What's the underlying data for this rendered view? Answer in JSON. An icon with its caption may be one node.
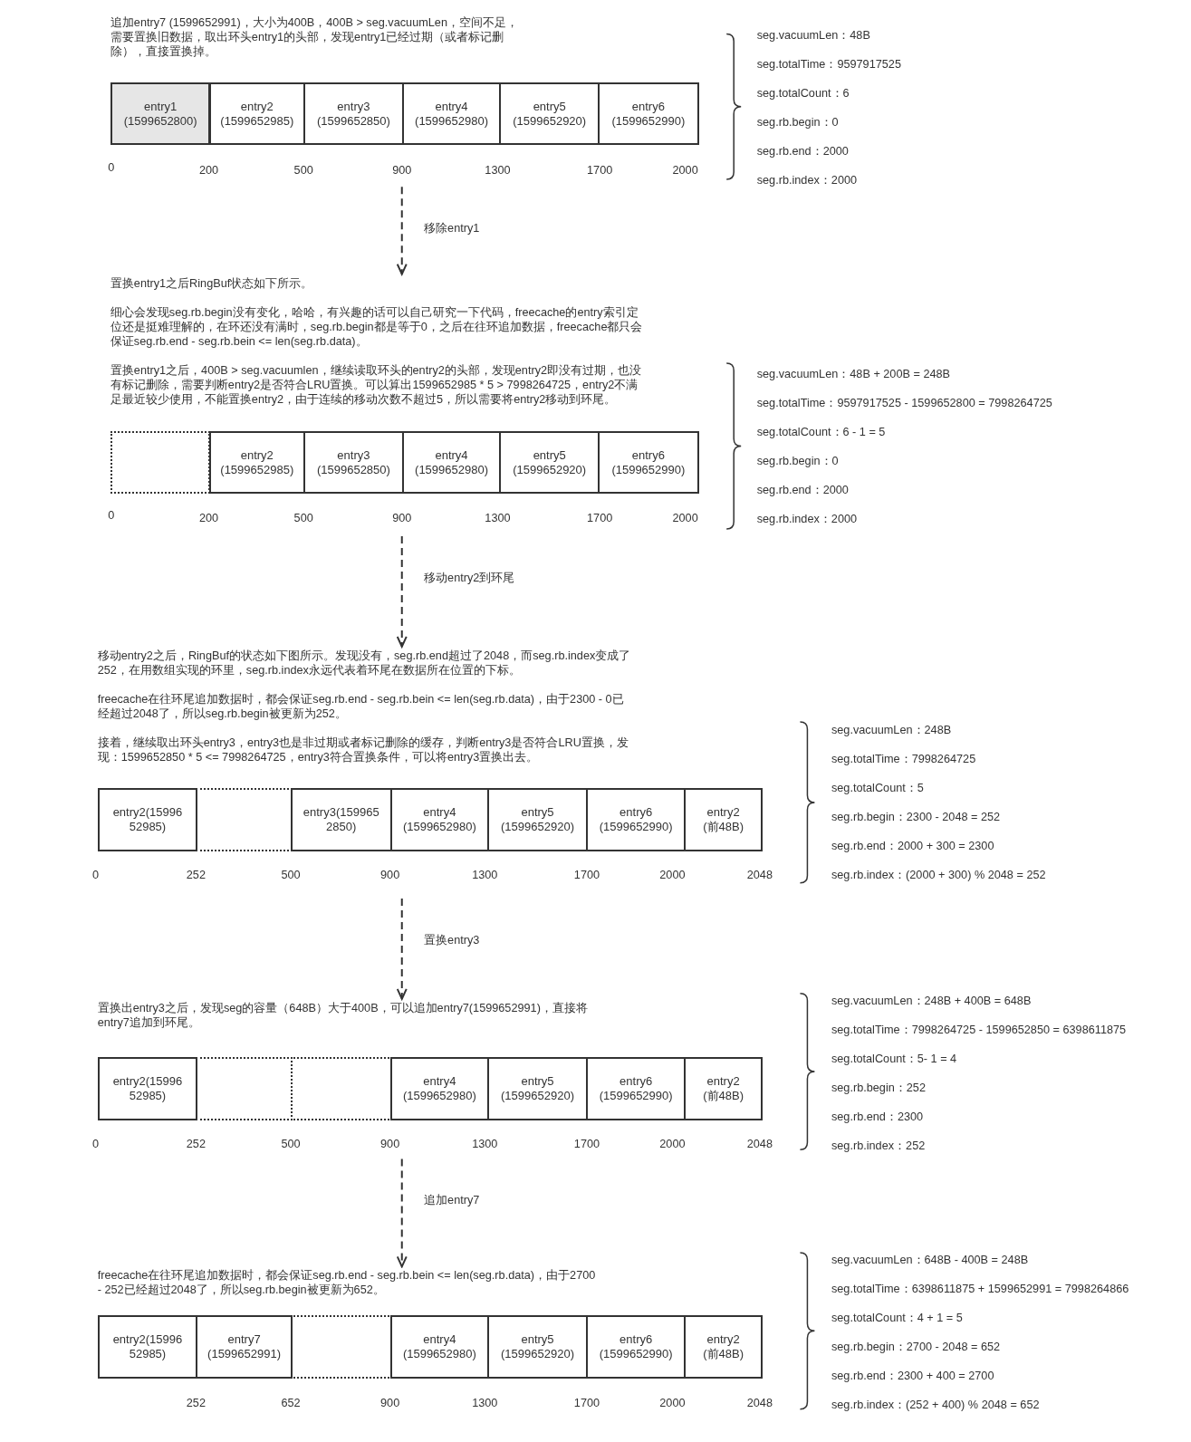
{
  "diagram": {
    "nodes": [
      {
        "text": [
          "entry1 (1599652800)"
        ]
      },
      {
        "text": [
          "entry2 (1599652985)"
        ]
      },
      {
        "text": [
          "entry3 (1599652850)"
        ]
      },
      {
        "text": [
          "entry4 (1599652980)"
        ]
      },
      {
        "text": [
          "entry5 (1599652920)"
        ]
      },
      {
        "text": [
          "entry6 (1599652990)"
        ]
      },
      {
        "text": [
          "置换entry1之后RingBuf状态如下所示。",
          "细心会发现seg.rb.begin没有变化，哈哈，有兴趣的话可以自己研究一下代码，freecache的entry索引定位还是挺难理解的，在环还没有满时，seg.rb.begin都是等于0，之后在往环追加数据，freecache都只会保证seg.rb.end - seg.rb.bein <= len(seg.rb.data)。",
          "置换entry1之后，400B > seg.vacuumlen，继续读取环头的entry2的头部，发现entry2即没有过期，也没有标记删除，需要判断entry2是否符合LRU置换。可以算出1599652985 * 5 > 7998264725，entry2不满足最近较少使用，不能置换entry2，由于连续的移动次数不超过5，所以需要将entry2移动到环尾。"
        ]
      },
      {
        "text": [],
        "shape": "box"
      },
      {
        "text": [
          "entry2 (1599652985)"
        ]
      },
      {
        "text": [
          "entry3 (1599652850)"
        ]
      },
      {
        "text": [
          "entry4 (1599652980)"
        ]
      },
      {
        "text": [
          "entry5 (1599652920)"
        ]
      },
      {
        "text": [
          "entry6 (1599652990)"
        ]
      },
      {
        "text": [
          "移动entry2之后，RingBuf的状态如下图所示。发现没有，seg.rb.end超过了2048，而seg.rb.index变成了252，在用数组实现的环里，seg.rb.index永远代表着环尾在数据所在位置的下标。",
          "freecache在往环尾追加数据时，都会保证seg.rb.end - seg.rb.bein <= len(seg.rb.data)，由于2300 - 0已经超过2048了，所以seg.rb.begin被更新为252。",
          "接着，继续取出环头entry3，entry3也是非过期或者标记删除的缓存，判断entry3是否符合LRU置换，发现：1599652850 * 5 <= 7998264725，entry3符合置换条件，可以将entry3置换出去。"
        ]
      },
      {
        "text": [
          "entry2(15996 52985)"
        ]
      },
      {
        "text": [],
        "shape": "box"
      },
      {
        "text": [
          "entry3(159965 2850)"
        ]
      },
      {
        "text": [
          "entry4 (1599652980)"
        ]
      },
      {
        "text": [
          "entry5 (1599652920)"
        ]
      },
      {
        "text": [
          "entry6 (1599652990)"
        ]
      },
      {
        "text": [
          "entry2 (前48B)"
        ]
      },
      {
        "text": [
          "置换出entry3之后，发现seg的容量（648B）大于400B，可以追加entry7(1599652991)，直接将entry7追加到环尾。"
        ]
      },
      {
        "text": [
          "entry2(15996 52985)"
        ]
      },
      {
        "text": [],
        "shape": "box"
      },
      {
        "text": [],
        "shape": "box"
      },
      {
        "text": [
          "entry4 (1599652980)"
        ]
      },
      {
        "text": [
          "entry5 (1599652920)"
        ]
      },
      {
        "text": [
          "entry6 (1599652990)"
        ]
      },
      {
        "text": [
          "entry2 (前48B)"
        ]
      },
      {
        "text": [
          "freecache在往环尾追加数据时，都会保证seg.rb.end - seg.rb.bein <= len(seg.rb.data)，由于2700 - 252已经超过2048了，所以seg.rb.begin被更新为652。"
        ]
      },
      {
        "text": [
          "entry2(15996 52985)"
        ]
      },
      {
        "text": [
          "entry7 (1599652991)"
        ]
      },
      {
        "text": [],
        "shape": "box"
      },
      {
        "text": [
          "entry4 (1599652980)"
        ]
      },
      {
        "text": [
          "entry5 (1599652920)"
        ]
      },
      {
        "text": [
          "entry6 (1599652990)"
        ]
      },
      {
        "text": [
          "entry2 (前48B)"
        ]
      }
    ],
    "edges": [
      {
        "from": null,
        "to": 6,
        "arrow": "to",
        "label": "移除entry1",
        "style": "dashed"
      },
      {
        "from": null,
        "to": 13,
        "arrow": "to",
        "label": "移动entry2到环尾",
        "style": "dashed"
      },
      {
        "from": null,
        "to": 21,
        "arrow": "to",
        "label": "置换entry3",
        "style": "dashed"
      },
      {
        "from": null,
        "to": 29,
        "arrow": "to",
        "label": "追加entry7",
        "style": "dashed"
      }
    ],
    "labels": [
      "追加entry7 (1599652991)，大小为400B，400B > seg.vacuumLen，空间不足，需要置换旧数据，取出环头entry1的头部，发现entry1已经过期（或者标记删除），直接置换掉。",
      "seg.vacuumLen：48B",
      "seg.totalTime：9597917525",
      "seg.totalCount：6",
      "seg.rb.begin：0",
      "seg.rb.end：2000",
      "seg.rb.index：2000",
      "0",
      "200",
      "500",
      "900",
      "1300",
      "1700",
      "2000",
      "seg.vacuumLen：48B + 200B = 248B",
      "seg.totalTime：9597917525 - 1599652800 = 7998264725",
      "seg.totalCount：6 - 1 = 5",
      "seg.rb.begin：0",
      "seg.rb.end：2000",
      "seg.rb.index：2000",
      "0",
      "200",
      "500",
      "900",
      "1300",
      "1700",
      "2000",
      "seg.vacuumLen：248B",
      "seg.totalTime：7998264725",
      "seg.totalCount：5",
      "seg.rb.begin：2300 - 2048 = 252",
      "seg.rb.end：2000 + 300 = 2300",
      "0",
      "252",
      "500",
      "900",
      "1300",
      "1700",
      "2000",
      "2048",
      "seg.rb.index：(2000 + 300) % 2048 = 252",
      "seg.vacuumLen：248B + 400B = 648B",
      "seg.totalTime：7998264725 - 1599652850 = 6398611875",
      "seg.totalCount：5- 1 = 4",
      "seg.rb.begin：252",
      "seg.rb.end：2300",
      "0",
      "252",
      "500",
      "900",
      "1300",
      "1700",
      "2000",
      "2048",
      "seg.rb.index：252",
      "seg.vacuumLen：648B - 400B = 248B",
      "seg.totalTime：6398611875 + 1599652991 = 7998264866",
      "seg.totalCount：4 + 1 = 5",
      "seg.rb.begin：2700 - 2048 = 652",
      "seg.rb.end：2300 + 400 = 2700",
      "252",
      "652",
      "900",
      "1300",
      "1700",
      "2000",
      "2048",
      "seg.rb.index：(252 + 400) % 2048 = 652"
    ]
  }
}
